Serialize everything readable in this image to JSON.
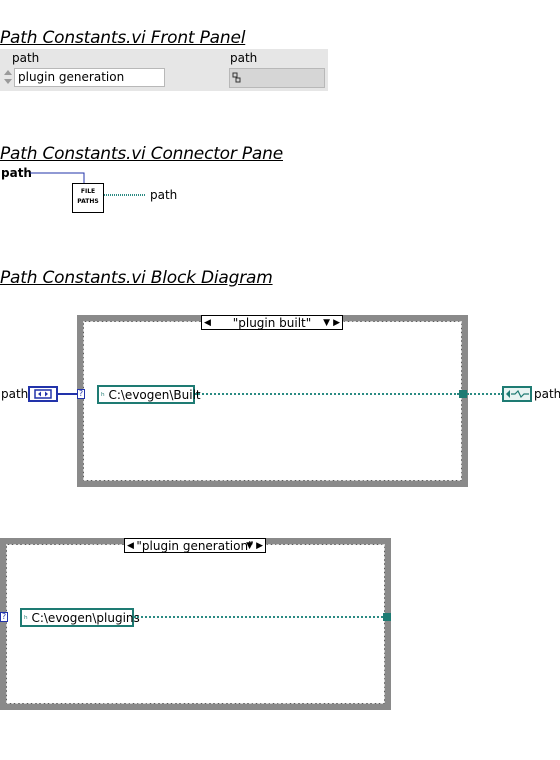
{
  "front_panel": {
    "title": "Path Constants.vi Front Panel",
    "control": {
      "label": "path",
      "value": "plugin generation"
    },
    "indicator": {
      "label": "path"
    }
  },
  "connector_pane": {
    "title": "Path Constants.vi Connector Pane",
    "input_label": "path",
    "icon_text_line1": "FILE",
    "icon_text_line2": "PATHS",
    "output_label": "path"
  },
  "block_diagram": {
    "title": "Path Constants.vi Block Diagram",
    "input_terminal_label": "path",
    "output_terminal_label": "path",
    "case_1": {
      "selector_value": "\"plugin built\"",
      "path_constant": "C:\\evogen\\Built"
    },
    "case_2": {
      "selector_value": "\"plugin generation\"",
      "path_constant": "C:\\evogen\\plugins"
    }
  },
  "colors": {
    "path_wire": "#1e7b73",
    "enum_wire": "#2233aa",
    "frame": "#8a8a8a"
  }
}
